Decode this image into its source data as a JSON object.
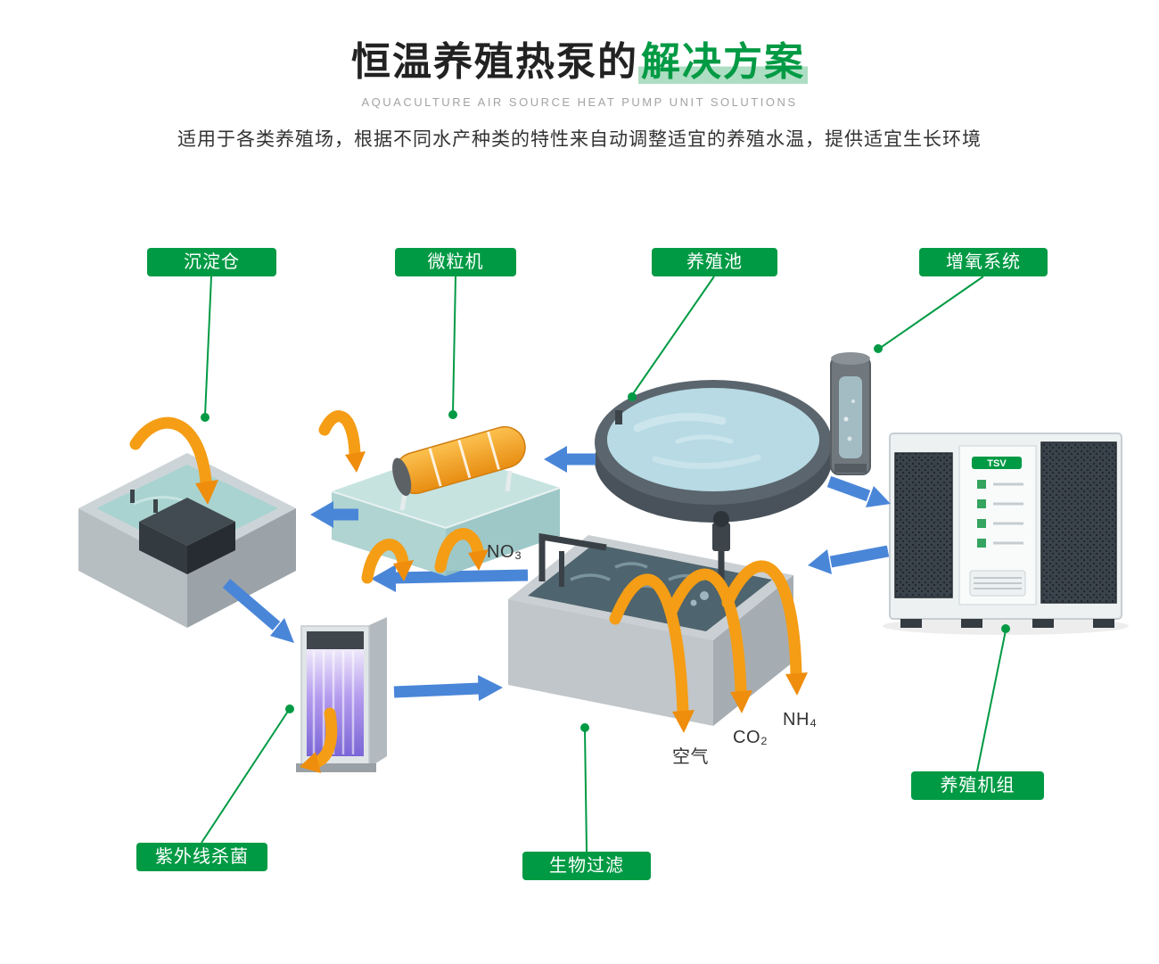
{
  "header": {
    "title_main": "恒温养殖热泵的",
    "title_accent": "解决方案",
    "subtitle": "AQUACULTURE AIR SOURCE HEAT PUMP UNIT SOLUTIONS",
    "description": "适用于各类养殖场，根据不同水产种类的特性来自动调整适宜的养殖水温，提供适宜生长环境"
  },
  "labels": {
    "sedimentation": "沉淀仓",
    "particle_machine": "微粒机",
    "breeding_pond": "养殖池",
    "oxygen_system": "增氧系统",
    "breeding_unit": "养殖机组",
    "uv_sterilizer": "紫外线杀菌",
    "bio_filter": "生物过滤"
  },
  "chemicals": {
    "no3": "NO₃",
    "air": "空气",
    "co2": "CO₂",
    "nh4": "NH₄"
  },
  "equipment": {
    "heat_pump_brand": "TSV"
  },
  "colors": {
    "green": "#019a44",
    "blue": "#4a86d8",
    "orange": "#f49d15"
  }
}
